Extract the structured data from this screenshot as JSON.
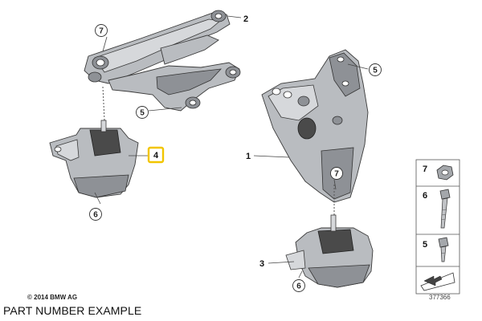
{
  "callouts": {
    "c1": "1",
    "c2": "2",
    "c3": "3",
    "c4": "4",
    "c5a": "5",
    "c5b": "5",
    "c6a": "6",
    "c6b": "6",
    "c7a": "7",
    "c7b": "7"
  },
  "legend": {
    "items": [
      {
        "number": "7",
        "icon": "flange-nut-icon"
      },
      {
        "number": "6",
        "icon": "long-bolt-icon"
      },
      {
        "number": "5",
        "icon": "short-bolt-icon"
      }
    ],
    "bottom_icon": "shim-wedge-icon"
  },
  "highlight_color": "#f2c500",
  "copyright": "© 2014 BMW AG",
  "caption": "PART NUMBER EXAMPLE",
  "diagram_number": "377366"
}
